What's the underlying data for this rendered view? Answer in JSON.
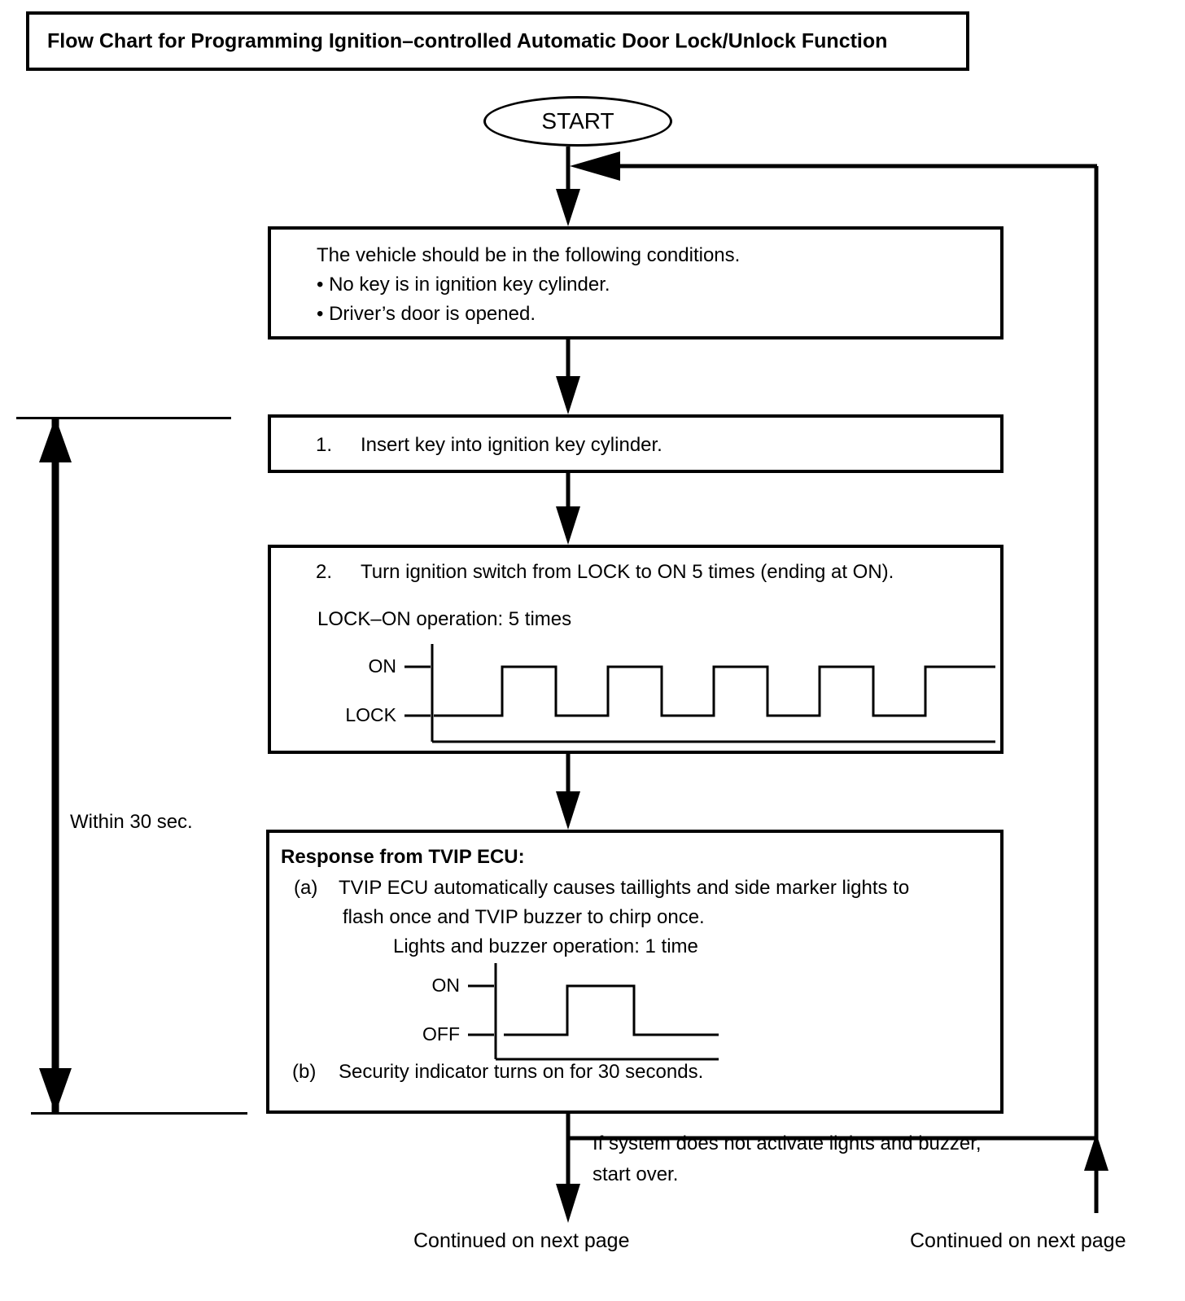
{
  "title": {
    "text": "Flow Chart for Programming Ignition–controlled Automatic Door Lock/Unlock Function"
  },
  "nodes": {
    "start": {
      "label": "START"
    },
    "conditions": {
      "line1": "The vehicle should be in the following conditions.",
      "line2": "• No key is in ignition key cylinder.",
      "line3": "• Driver’s door is opened."
    },
    "step1": {
      "number": "1.",
      "text": "Insert key into ignition key cylinder."
    },
    "step2": {
      "number": "2.",
      "text": "Turn ignition switch from LOCK to ON 5 times (ending at ON).",
      "subtitle": "LOCK–ON operation: 5 times",
      "wave_high_label": "ON",
      "wave_low_label": "LOCK"
    },
    "response": {
      "heading": "Response from TVIP ECU:",
      "a_marker": "(a)",
      "a_line1": "TVIP ECU automatically causes taillights and side marker lights to",
      "a_line2": "flash once and TVIP buzzer to chirp once.",
      "subtitle": "Lights and buzzer operation: 1 time",
      "wave_high_label": "ON",
      "wave_low_label": "OFF",
      "b_marker": "(b)",
      "b_line1": "Security indicator turns on for 30 seconds."
    }
  },
  "annotations": {
    "within": "Within 30 sec.",
    "restart_note_line1": "If system does not activate lights and buzzer,",
    "restart_note_line2": "start over.",
    "continued_left": "Continued on next page",
    "continued_right": "Continued on next page"
  },
  "chart_data": [
    {
      "type": "line",
      "name": "ignition-switch-waveform",
      "title": "LOCK–ON operation: 5 times",
      "ylabels": [
        "ON",
        "LOCK"
      ],
      "states": [
        "LOCK",
        "ON",
        "LOCK",
        "ON",
        "LOCK",
        "ON",
        "LOCK",
        "ON",
        "LOCK",
        "ON"
      ],
      "pulse_count": 5,
      "ends_at": "ON",
      "grid": false,
      "legend": "none"
    },
    {
      "type": "line",
      "name": "lights-buzzer-waveform",
      "title": "Lights and buzzer operation: 1 time",
      "ylabels": [
        "ON",
        "OFF"
      ],
      "states": [
        "OFF",
        "ON",
        "OFF"
      ],
      "pulse_count": 1,
      "ends_at": "OFF",
      "grid": false,
      "legend": "none"
    }
  ],
  "colors": {
    "stroke": "#000000",
    "background": "#ffffff"
  }
}
